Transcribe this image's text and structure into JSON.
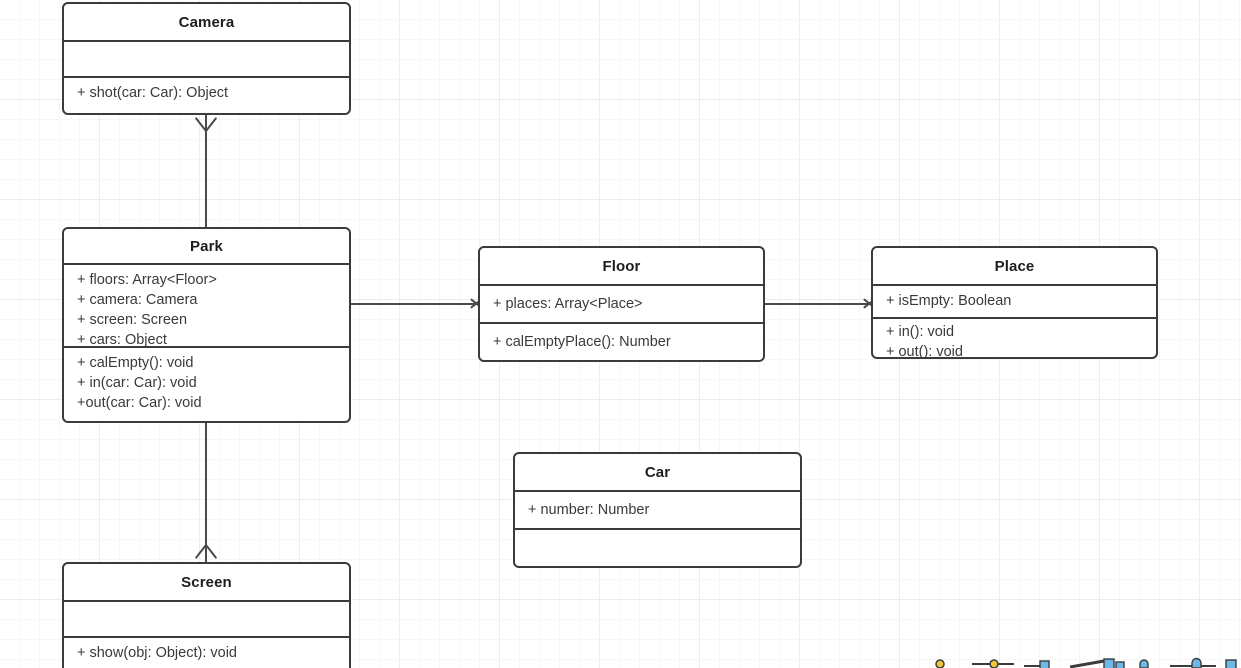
{
  "diagram": {
    "type": "uml-class-diagram",
    "background": "#ffffff",
    "grid_minor_color": "#f6f6f6",
    "grid_major_color": "#ededed",
    "stroke_color": "#3b3b3b",
    "connector_color": "#4a4a4a",
    "classes": [
      {
        "id": "camera",
        "name": "Camera",
        "attributes": [],
        "methods": [
          "+ shot(car: Car): Object"
        ]
      },
      {
        "id": "park",
        "name": "Park",
        "attributes": [
          "+ floors: Array<Floor>",
          "+ camera: Camera",
          "+ screen: Screen",
          "+ cars: Object"
        ],
        "methods": [
          "+ calEmpty(): void",
          "+ in(car: Car): void",
          "+out(car: Car): void"
        ]
      },
      {
        "id": "floor",
        "name": "Floor",
        "attributes": [
          "+ places: Array<Place>"
        ],
        "methods": [
          "+ calEmptyPlace(): Number"
        ]
      },
      {
        "id": "place",
        "name": "Place",
        "attributes": [
          "+ isEmpty: Boolean"
        ],
        "methods": [
          "+ in(): void",
          "+ out(): void"
        ]
      },
      {
        "id": "car",
        "name": "Car",
        "attributes": [
          "+ number: Number"
        ],
        "methods": []
      },
      {
        "id": "screen",
        "name": "Screen",
        "attributes": [],
        "methods": [
          "+ show(obj: Object): void"
        ]
      }
    ],
    "relations": [
      {
        "id": "park-camera",
        "from": "Park",
        "to": "Camera",
        "direction": "up",
        "arrow": "open"
      },
      {
        "id": "park-screen",
        "from": "Park",
        "to": "Screen",
        "direction": "down",
        "arrow": "open"
      },
      {
        "id": "park-floor",
        "from": "Park",
        "to": "Floor",
        "direction": "right",
        "arrow": "open"
      },
      {
        "id": "floor-place",
        "from": "Floor",
        "to": "Place",
        "direction": "right",
        "arrow": "open"
      }
    ]
  },
  "palette": {
    "label": "shape-palette",
    "accent_blue": "#6cb8e6",
    "accent_yellow": "#f2c33d",
    "items": [
      "uml-connector-shape-1",
      "uml-connector-shape-2",
      "uml-connector-shape-3",
      "uml-connector-shape-4",
      "uml-connector-shape-5",
      "uml-connector-shape-6",
      "uml-connector-shape-7"
    ]
  }
}
